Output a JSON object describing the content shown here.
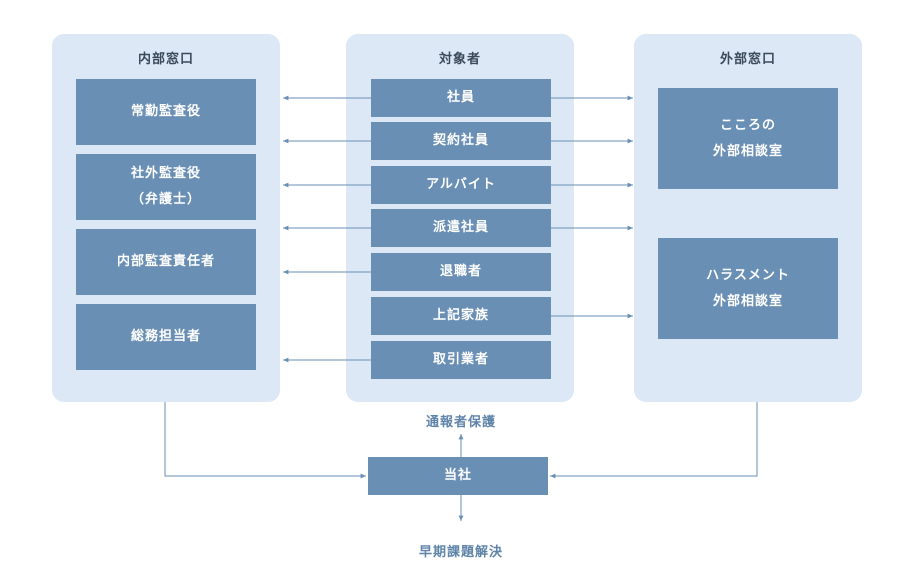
{
  "internal": {
    "title": "内部窓口",
    "items": [
      "常勤監査役",
      "社外監査役\n（弁護士）",
      "内部監査責任者",
      "総務担当者"
    ]
  },
  "targets": {
    "title": "対象者",
    "items": [
      "社員",
      "契約社員",
      "アルバイト",
      "派遣社員",
      "退職者",
      "上記家族",
      "取引業者"
    ]
  },
  "external": {
    "title": "外部窓口",
    "items": [
      "こころの\n外部相談室",
      "ハラスメント\n外部相談室"
    ]
  },
  "company": {
    "label": "当社"
  },
  "outcomes": {
    "protection": "通報者保護",
    "resolution": "早期課題解決"
  },
  "colors": {
    "panel": "#dce8f5",
    "box": "#6a8fb5",
    "arrow": "#6a8fb5",
    "title_text": "#3b4a5a",
    "note_text": "#5f84a9"
  }
}
